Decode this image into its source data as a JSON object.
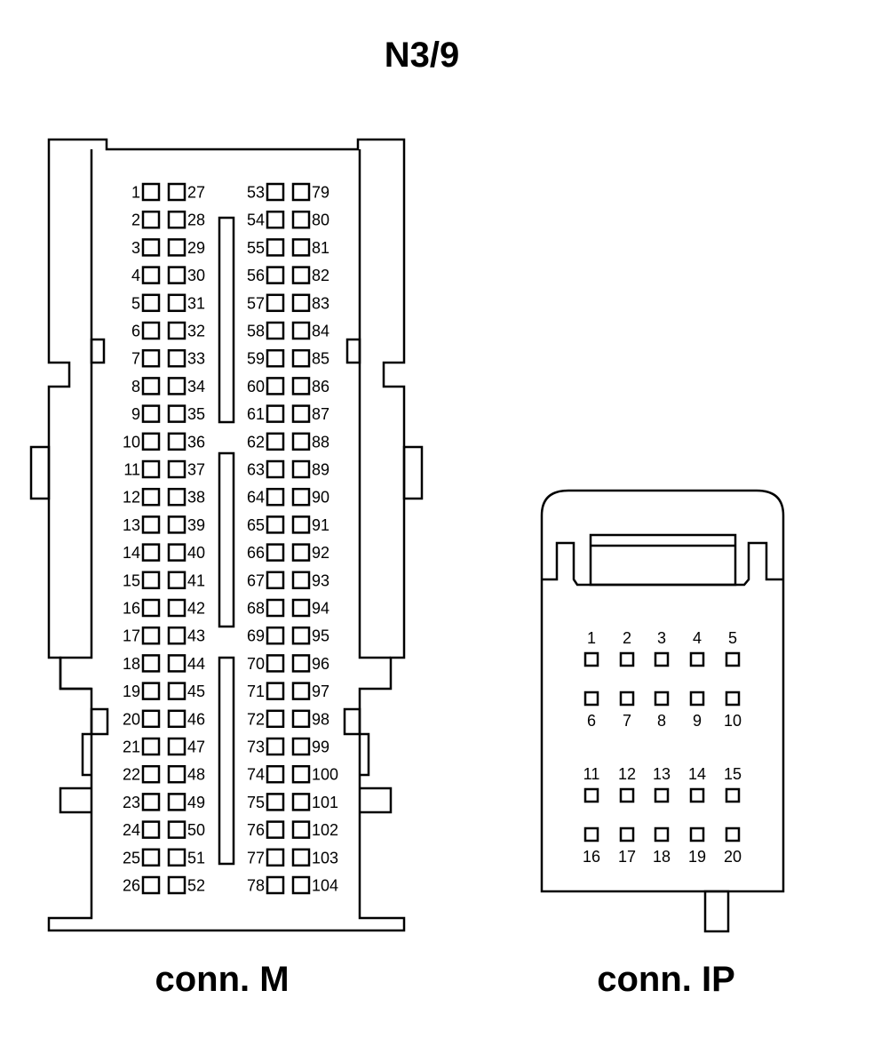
{
  "title": "N3/9",
  "connectors": {
    "m": {
      "caption": "conn. M",
      "pins": {
        "col1": [
          "1",
          "2",
          "3",
          "4",
          "5",
          "6",
          "7",
          "8",
          "9",
          "10",
          "11",
          "12",
          "13",
          "14",
          "15",
          "16",
          "17",
          "18",
          "19",
          "20",
          "21",
          "22",
          "23",
          "24",
          "25",
          "26"
        ],
        "col2": [
          "27",
          "28",
          "29",
          "30",
          "31",
          "32",
          "33",
          "34",
          "35",
          "36",
          "37",
          "38",
          "39",
          "40",
          "41",
          "42",
          "43",
          "44",
          "45",
          "46",
          "47",
          "48",
          "49",
          "50",
          "51",
          "52"
        ],
        "col3": [
          "53",
          "54",
          "55",
          "56",
          "57",
          "58",
          "59",
          "60",
          "61",
          "62",
          "63",
          "64",
          "65",
          "66",
          "67",
          "68",
          "69",
          "70",
          "71",
          "72",
          "73",
          "74",
          "75",
          "76",
          "77",
          "78"
        ],
        "col4": [
          "79",
          "80",
          "81",
          "82",
          "83",
          "84",
          "85",
          "86",
          "87",
          "88",
          "89",
          "90",
          "91",
          "92",
          "93",
          "94",
          "95",
          "96",
          "97",
          "98",
          "99",
          "100",
          "101",
          "102",
          "103",
          "104"
        ]
      }
    },
    "ip": {
      "caption": "conn. IP",
      "pins": {
        "row1": [
          "1",
          "2",
          "3",
          "4",
          "5"
        ],
        "row2": [
          "6",
          "7",
          "8",
          "9",
          "10"
        ],
        "row3": [
          "11",
          "12",
          "13",
          "14",
          "15"
        ],
        "row4": [
          "16",
          "17",
          "18",
          "19",
          "20"
        ]
      }
    }
  }
}
